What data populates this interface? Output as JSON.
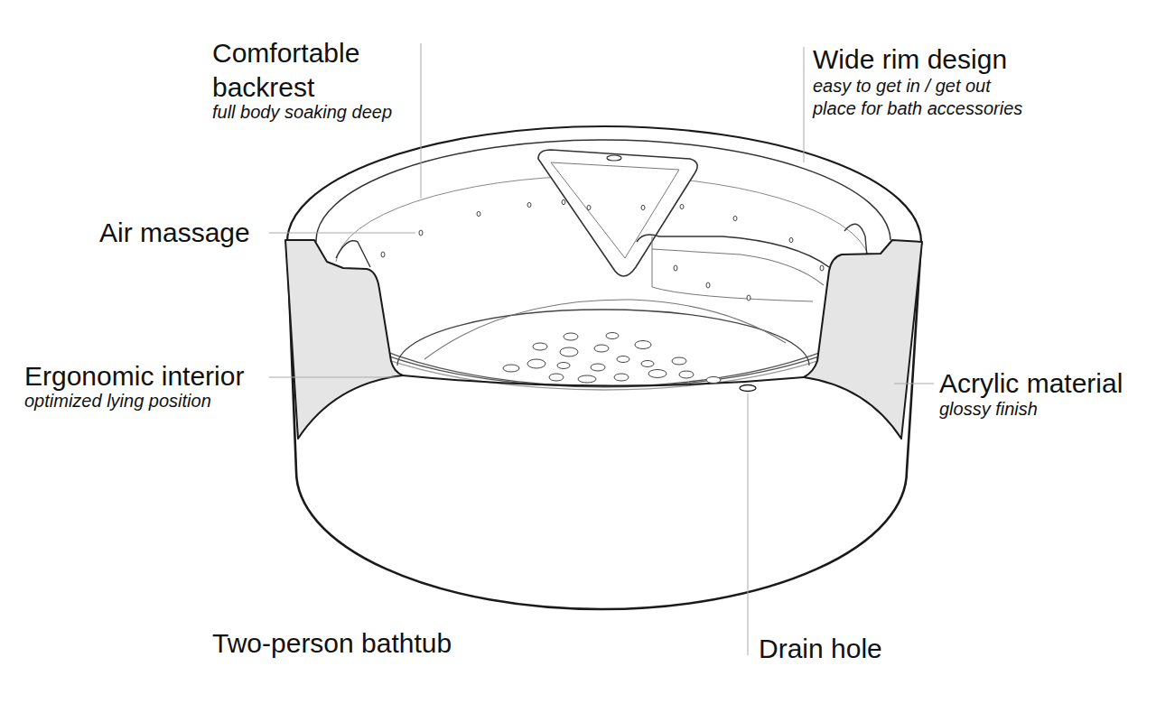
{
  "diagram": {
    "labels": [
      "Comfortable backrest",
      "full body soaking deep",
      "Wide rim design",
      "easy to get in / get out",
      "place for bath accessories",
      "Air massage",
      "Ergonomic interior",
      "optimized lying position",
      "Acrylic material",
      "glossy finish",
      "Two-person bathtub",
      "Drain hole"
    ]
  }
}
